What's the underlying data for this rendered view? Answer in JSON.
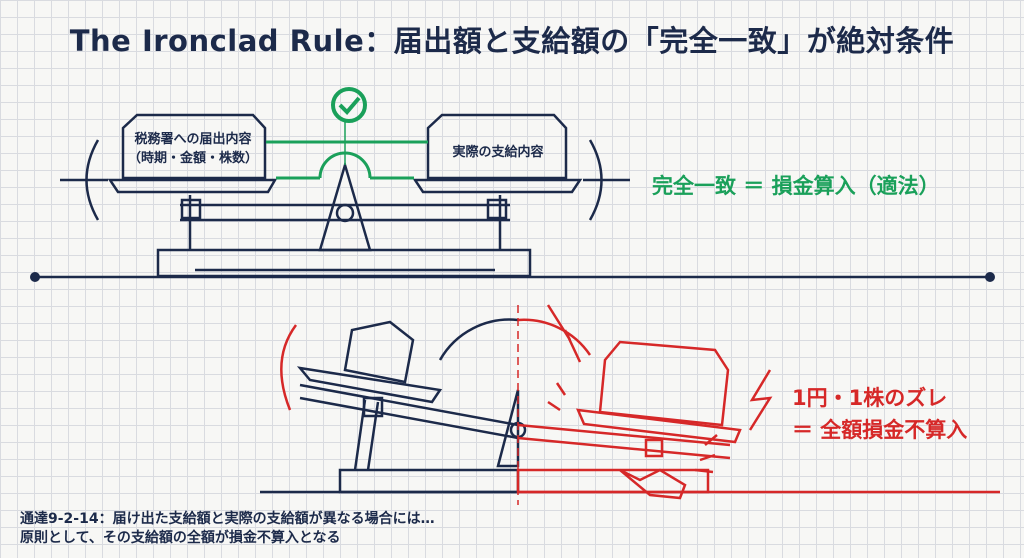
{
  "title": "The Ironclad Rule：届出額と支給額の「完全一致」が絶対条件",
  "top_scale": {
    "left_box_line1": "税務署への届出内容",
    "left_box_line2": "（時期・金額・株数）",
    "right_box": "実際の支給内容",
    "result": "完全一致 ＝ 損金算入（適法）",
    "icon": "check-circle-icon"
  },
  "bottom_scale": {
    "result_line1": "1円・1株のズレ",
    "result_line2": "＝ 全額損金不算入",
    "icon": "lightning-icon"
  },
  "note": {
    "line1": "通達9-2-14：届け出た支給額と実際の支給額が異なる場合には…",
    "line2": "原則として、その支給額の全額が損金不算入となる"
  },
  "colors": {
    "navy": "#1c2a4a",
    "green": "#1aa05a",
    "red": "#d62828"
  }
}
